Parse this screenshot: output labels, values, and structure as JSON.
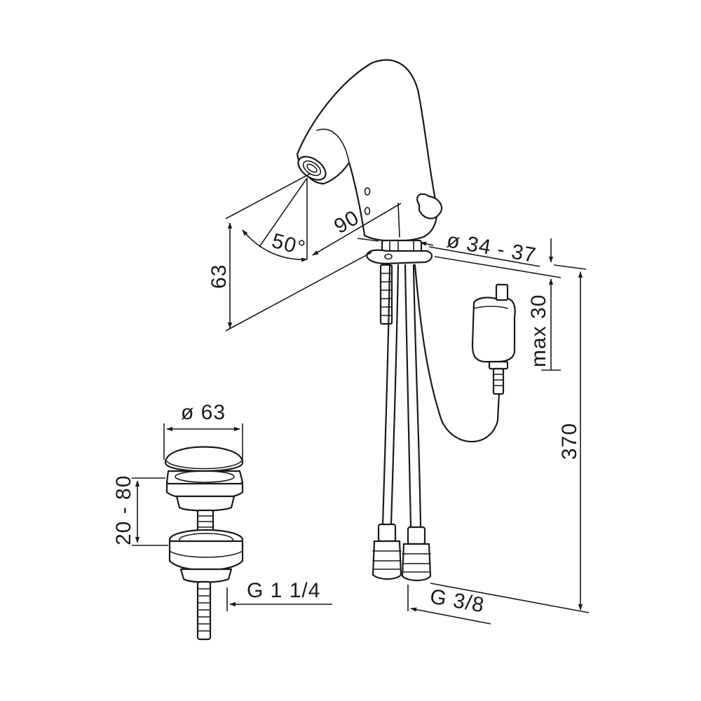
{
  "labels": {
    "height_63": "63",
    "angle_50": "50°",
    "angle_90": "90",
    "diameter_34_37": "ø 34 - 37",
    "max_30": "max 30",
    "height_370": "370",
    "diameter_63": "ø 63",
    "range_20_80": "20 - 80",
    "thread_g114": "G 1 1/4",
    "thread_g38": "G 3/8"
  },
  "colors": {
    "line": "#1a1a1a",
    "background": "#ffffff"
  }
}
